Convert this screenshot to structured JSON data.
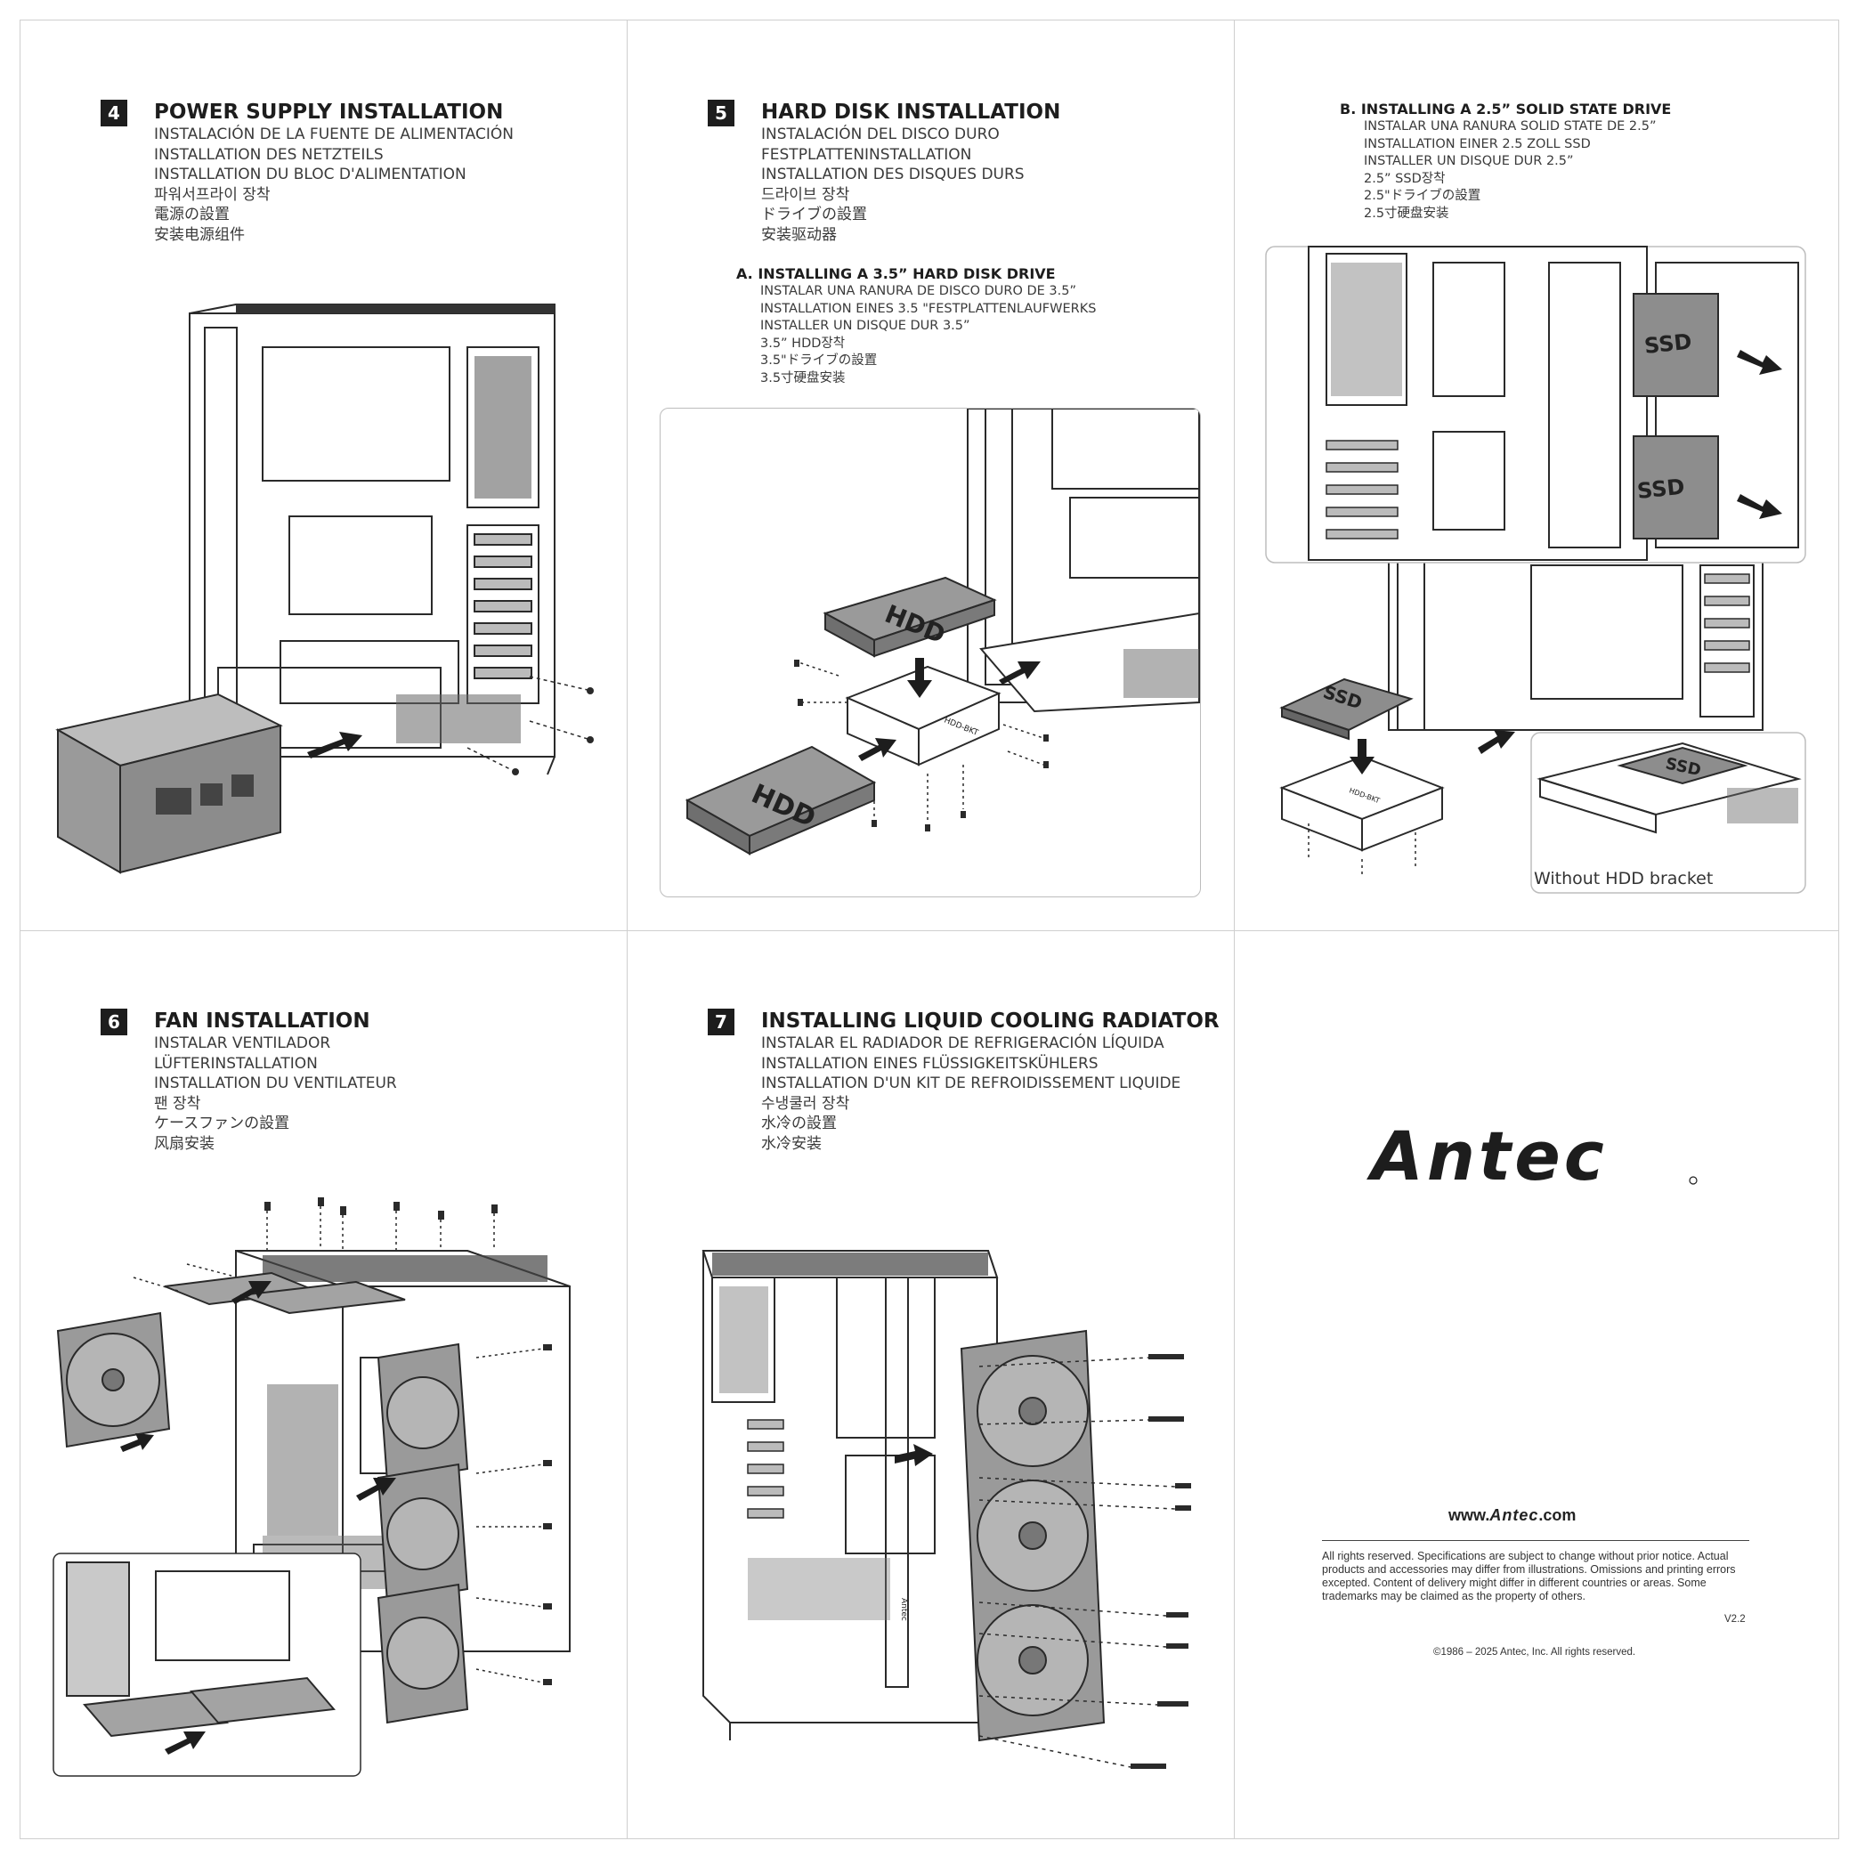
{
  "step4": {
    "number": "4",
    "title": "POWER SUPPLY INSTALLATION",
    "lines": [
      "INSTALACIÓN DE LA FUENTE DE ALIMENTACIÓN",
      "INSTALLATION DES NETZTEILS",
      "INSTALLATION DU BLOC D'ALIMENTATION",
      "파워서프라이 장착",
      "電源の設置",
      "安装电源组件"
    ]
  },
  "step5": {
    "number": "5",
    "title": "HARD DISK INSTALLATION",
    "lines": [
      "INSTALACIÓN DEL DISCO DURO",
      "FESTPLATTENINSTALLATION",
      "INSTALLATION DES DISQUES DURS",
      "드라이브 장착",
      "ドライブの設置",
      "安装驱动器"
    ],
    "subA": {
      "title": "A.  INSTALLING A 3.5”  HARD DISK DRIVE",
      "lines": [
        "INSTALAR UNA RANURA DE DISCO DURO DE 3.5”",
        "INSTALLATION EINES 3.5 \"FESTPLATTENLAUFWERKS",
        "INSTALLER UN DISQUE DUR 3.5”",
        "3.5” HDD장착",
        "3.5\"ドライブの設置",
        "3.5寸硬盘安装"
      ],
      "hdd_label": "HDD",
      "bracket_label": "HDD-BKT"
    },
    "subB": {
      "title": "B.  INSTALLING A 2.5”  SOLID STATE DRIVE",
      "lines": [
        "INSTALAR UNA RANURA SOLID STATE DE 2.5”",
        "INSTALLATION EINER 2.5 ZOLL SSD",
        "INSTALLER UN DISQUE DUR 2.5”",
        "2.5” SSD장착",
        "2.5\"ドライブの設置",
        "2.5寸硬盘安装"
      ],
      "ssd_label": "SSD",
      "caption": "Without HDD bracket"
    }
  },
  "step6": {
    "number": "6",
    "title": "FAN INSTALLATION",
    "lines": [
      "INSTALAR VENTILADOR",
      "LÜFTERINSTALLATION",
      "INSTALLATION DU VENTILATEUR",
      "팬 장착",
      "ケースファンの設置",
      "风扇安装"
    ]
  },
  "step7": {
    "number": "7",
    "title": "INSTALLING LIQUID COOLING RADIATOR",
    "lines": [
      "INSTALAR EL RADIADOR DE REFRIGERACIÓN LÍQUIDA",
      "INSTALLATION EINES FLÜSSIGKEITSKÜHLERS",
      "INSTALLATION D'UN KIT DE REFROIDISSEMENT LIQUIDE",
      "수냉쿨러 장착",
      "水冷の設置",
      "水冷安装"
    ],
    "bracket_label": "Antec"
  },
  "brand": {
    "logo_text": "Antec",
    "url_prefix": "www.",
    "url_brand": "Antec",
    "url_suffix": ".com",
    "notice": "All rights reserved. Specifications are subject to change without prior notice. Actual products and accessories may differ from illustrations. Omissions and printing errors excepted. Content of delivery might differ in different countries or areas. Some trademarks may be claimed as the property of others.",
    "version": "V2.2",
    "copyright": "©1986 – 2025 Antec, Inc.  All rights reserved."
  },
  "colors": {
    "ink": "#1d1d1d",
    "grid": "#cfcfcf",
    "drive_fill": "#8d8d8d",
    "psu_fill": "#9a9a9a"
  }
}
